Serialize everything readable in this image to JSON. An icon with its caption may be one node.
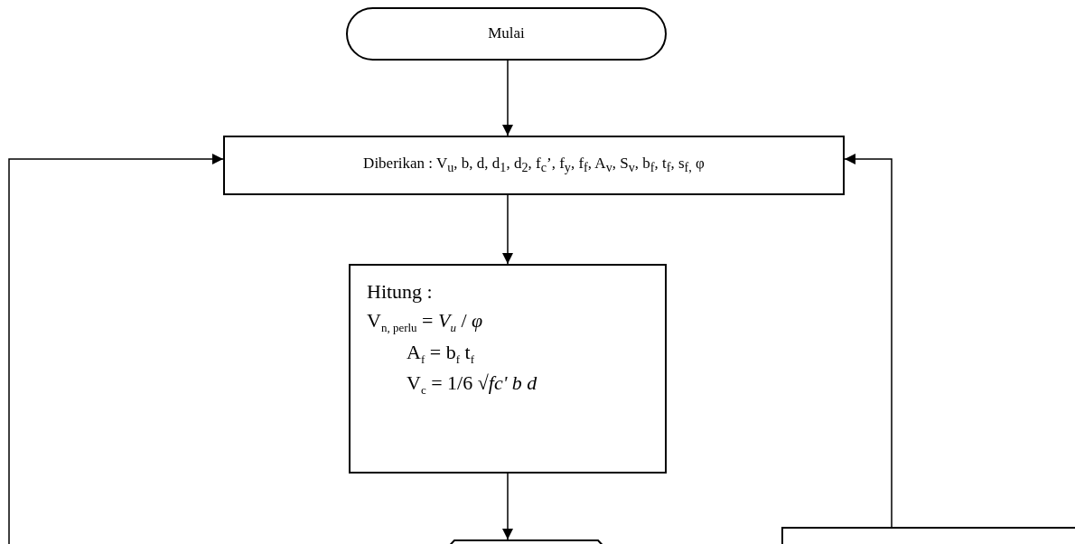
{
  "diagram": {
    "nodes": [
      {
        "text": [
          "Mulai"
        ]
      },
      {
        "text": [
          "Diberikan : V$_{u}$, b, d, d$_{1}$, d$_{2}$, f$_{c}$’, f$_{y}$, f$_{f}$, A$_{v}$, S$_{v}$, b$_{f}$, t$_{f}$, s$_{f,}$ φ"
        ]
      },
      {
        "text": [
          "Hitung :",
          "V$_{n, perlu}$ = *V$_{u}$* / *φ*",
          "A$_{f}$ = b$_{f}$ t$_{f}$",
          "V$_{c}$ = 1/6 √*fc'* *b d*"
        ]
      },
      {
        "text": [],
        "shape": "hexagon"
      },
      {
        "text": [],
        "shape": "box"
      }
    ],
    "edges": [
      {
        "from": 0,
        "to": 1,
        "arrow": "to"
      },
      {
        "from": 1,
        "to": 2,
        "arrow": "to"
      },
      {
        "from": 2,
        "to": 3,
        "arrow": "to"
      },
      {
        "from": 4,
        "to": 1,
        "arrow": "to"
      },
      {
        "from": null,
        "to": 1,
        "arrow": "to"
      }
    ]
  }
}
